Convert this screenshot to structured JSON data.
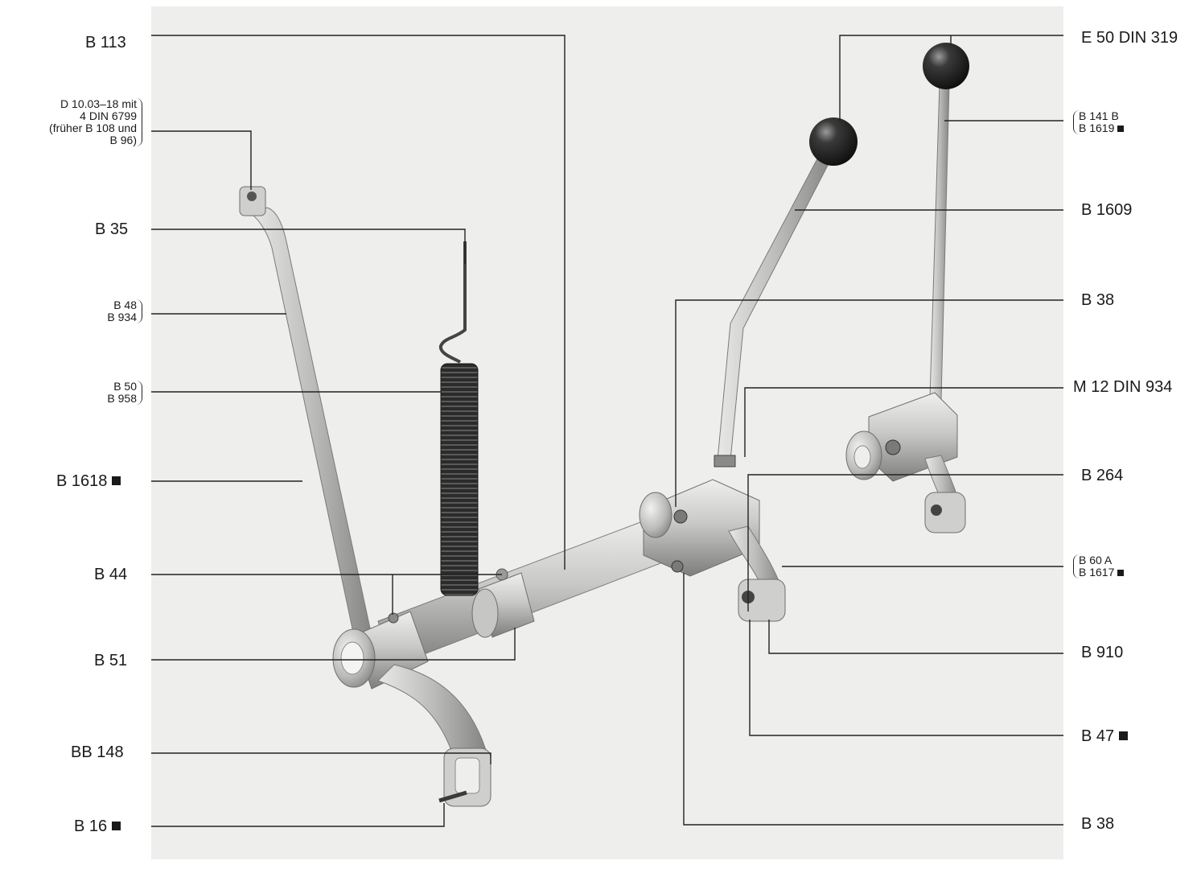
{
  "labels": {
    "b113": "B 113",
    "d1003_l1": "D 10.03–18 mit",
    "d1003_l2": "4 DIN 6799",
    "d1003_l3": "(früher B 108 und",
    "d1003_l4": "B 96)",
    "b35": "B 35",
    "b48": "B 48",
    "b934": "B 934",
    "b50": "B 50",
    "b958": "B 958",
    "b1618": "B 1618",
    "b44": "B 44",
    "b51": "B 51",
    "bb148": "BB 148",
    "b16": "B 16",
    "e50": "E 50 DIN 319",
    "b141b": "B 141 B",
    "b1619": "B 1619",
    "b1609": "B 1609",
    "b38_top": "B 38",
    "m12": "M 12 DIN 934",
    "b264": "B 264",
    "b60a": "B 60 A",
    "b1617": "B 1617",
    "b910": "B 910",
    "b47": "B 47",
    "b38_bottom": "B 38"
  },
  "colors": {
    "metal_light": "#d4d4d2",
    "metal_mid": "#a8a8a6",
    "metal_dark": "#6e6e6c",
    "knob": "#2a2a2a",
    "spring": "#1f1f1f",
    "leader": "#222222",
    "background": "#eeeeed"
  }
}
